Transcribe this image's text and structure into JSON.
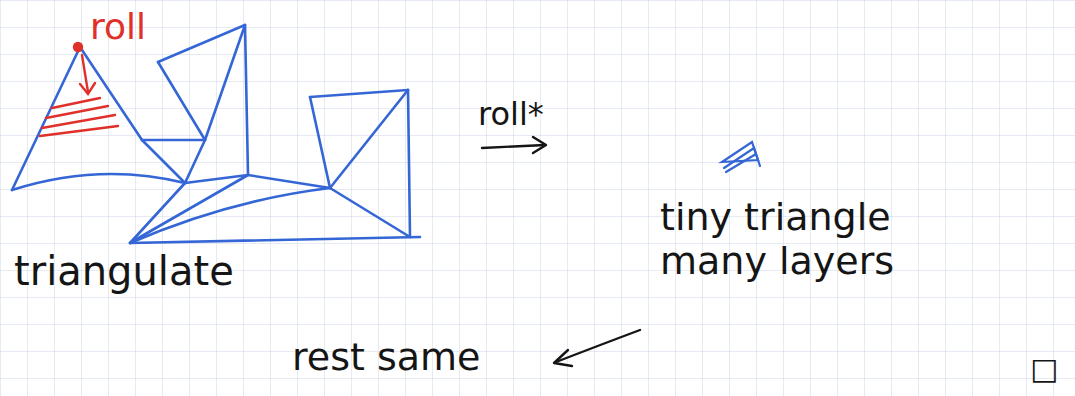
{
  "diagram": {
    "labels": [
      "roll",
      "roll*",
      "triangulate",
      "tiny triangle many layers",
      "rest same",
      "□"
    ]
  }
}
